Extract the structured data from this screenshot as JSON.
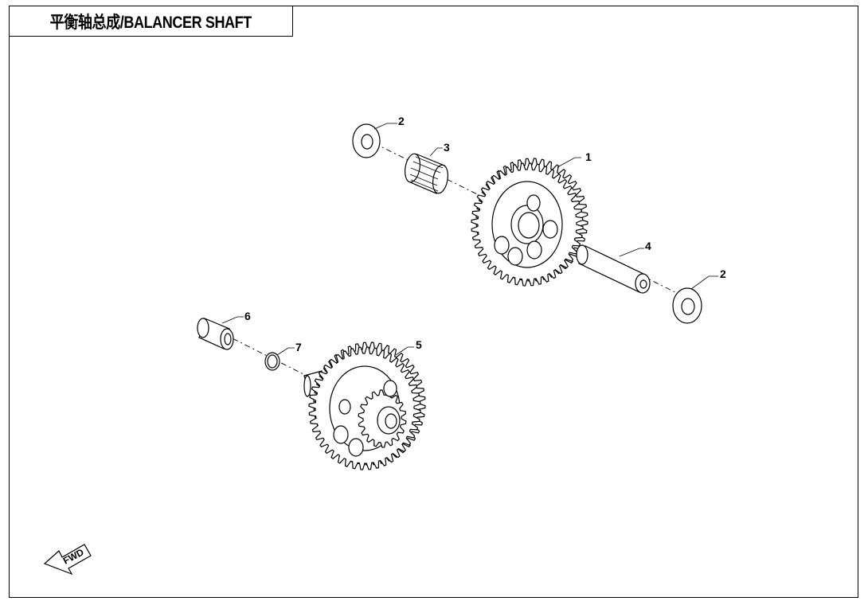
{
  "title": "平衡轴总成/BALANCER SHAFT",
  "fwd_label": "FWD",
  "callouts": [
    {
      "id": "c1",
      "label": "1"
    },
    {
      "id": "c2a",
      "label": "2"
    },
    {
      "id": "c2b",
      "label": "2"
    },
    {
      "id": "c3",
      "label": "3"
    },
    {
      "id": "c4",
      "label": "4"
    },
    {
      "id": "c5",
      "label": "5"
    },
    {
      "id": "c6",
      "label": "6"
    },
    {
      "id": "c7",
      "label": "7"
    }
  ],
  "parts": [
    {
      "ref": "1",
      "icon": "large-gear-icon"
    },
    {
      "ref": "2",
      "icon": "washer-icon"
    },
    {
      "ref": "3",
      "icon": "needle-bearing-icon"
    },
    {
      "ref": "4",
      "icon": "shaft-pin-icon"
    },
    {
      "ref": "5",
      "icon": "balancer-gear-assembly-icon"
    },
    {
      "ref": "6",
      "icon": "bushing-icon"
    },
    {
      "ref": "7",
      "icon": "o-ring-icon"
    }
  ]
}
